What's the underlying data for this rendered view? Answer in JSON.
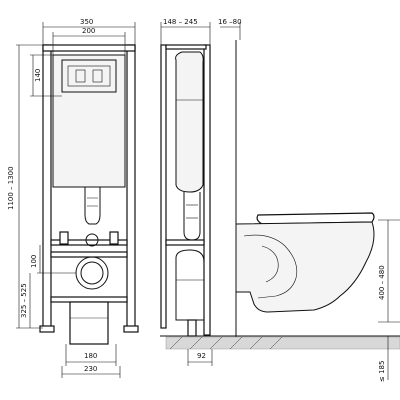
{
  "dimensions": {
    "top_width_outer": "350",
    "top_width_inner": "200",
    "depth_range": "148 – 245",
    "offset_range": "16 –80",
    "height_140": "140",
    "height_range": "1100 – 1300",
    "height_100": "100",
    "height_325_525": "325 – 525",
    "bottom_width_180": "180",
    "bottom_width_230": "230",
    "depth_92": "92",
    "seat_height_range": "400 – 480",
    "floor_185": "≤ 185"
  },
  "chart_data": {
    "type": "technical-drawing",
    "labels": [
      "350",
      "200",
      "148 – 245",
      "16 –80",
      "140",
      "1100 – 1300",
      "100",
      "325 – 525",
      "180",
      "230",
      "92",
      "400 – 480",
      "≤ 185"
    ]
  }
}
